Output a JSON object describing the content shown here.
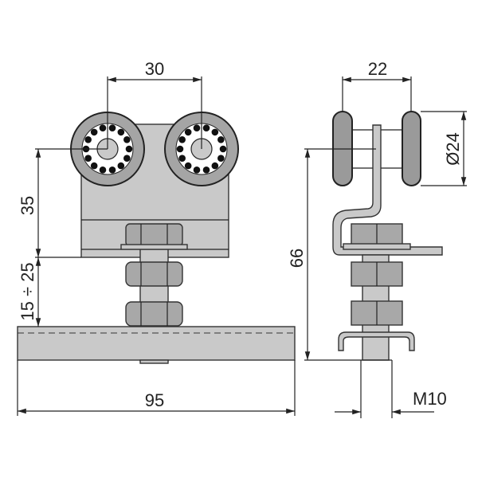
{
  "drawing": {
    "front_view": {
      "wheel_spacing": "30",
      "height_to_axle": "35",
      "adjust_range": "15 ÷ 25",
      "rail_length": "95"
    },
    "side_view": {
      "wheel_width": "22",
      "wheel_diameter": "Ø24",
      "total_height": "66",
      "thread": "M10"
    }
  },
  "colors": {
    "part_fill": "#c9c9c9",
    "wheel_fill": "#9a9a9a",
    "line": "#222222"
  }
}
